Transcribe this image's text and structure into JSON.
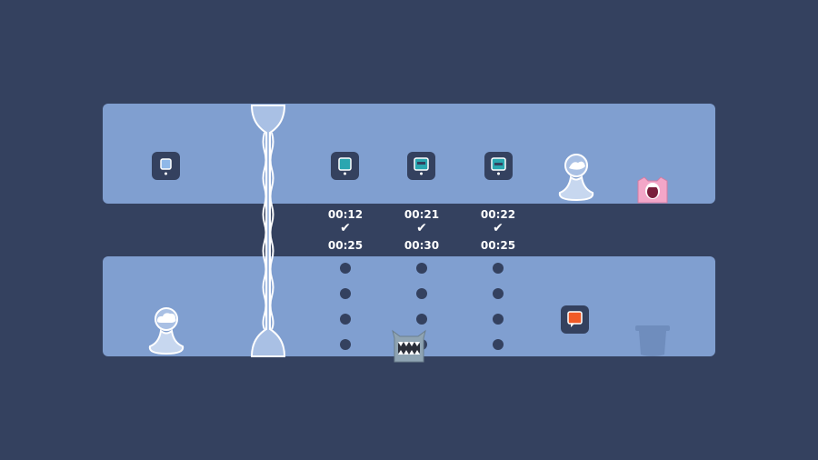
{
  "colors": {
    "background": "#34415f",
    "floor": "#809fd0",
    "tile": "#34415f",
    "tile_screen_teal": "#2aa6b0",
    "tile_screen_blue": "#8fb8e8",
    "tile_screen_orange": "#f05a28",
    "monster_pink": "#f3a6c8",
    "monster_grey": "#8fa4b3"
  },
  "levels": [
    {
      "id": "level-1",
      "best_time": "00:12",
      "target_time": "00:25",
      "completed": true,
      "icon": "checkmark-icon"
    },
    {
      "id": "level-2",
      "best_time": "00:21",
      "target_time": "00:30",
      "completed": true,
      "icon": "checkmark-icon"
    },
    {
      "id": "level-3",
      "best_time": "00:22",
      "target_time": "00:25",
      "completed": true,
      "icon": "checkmark-icon"
    }
  ],
  "check_glyph": "✔"
}
